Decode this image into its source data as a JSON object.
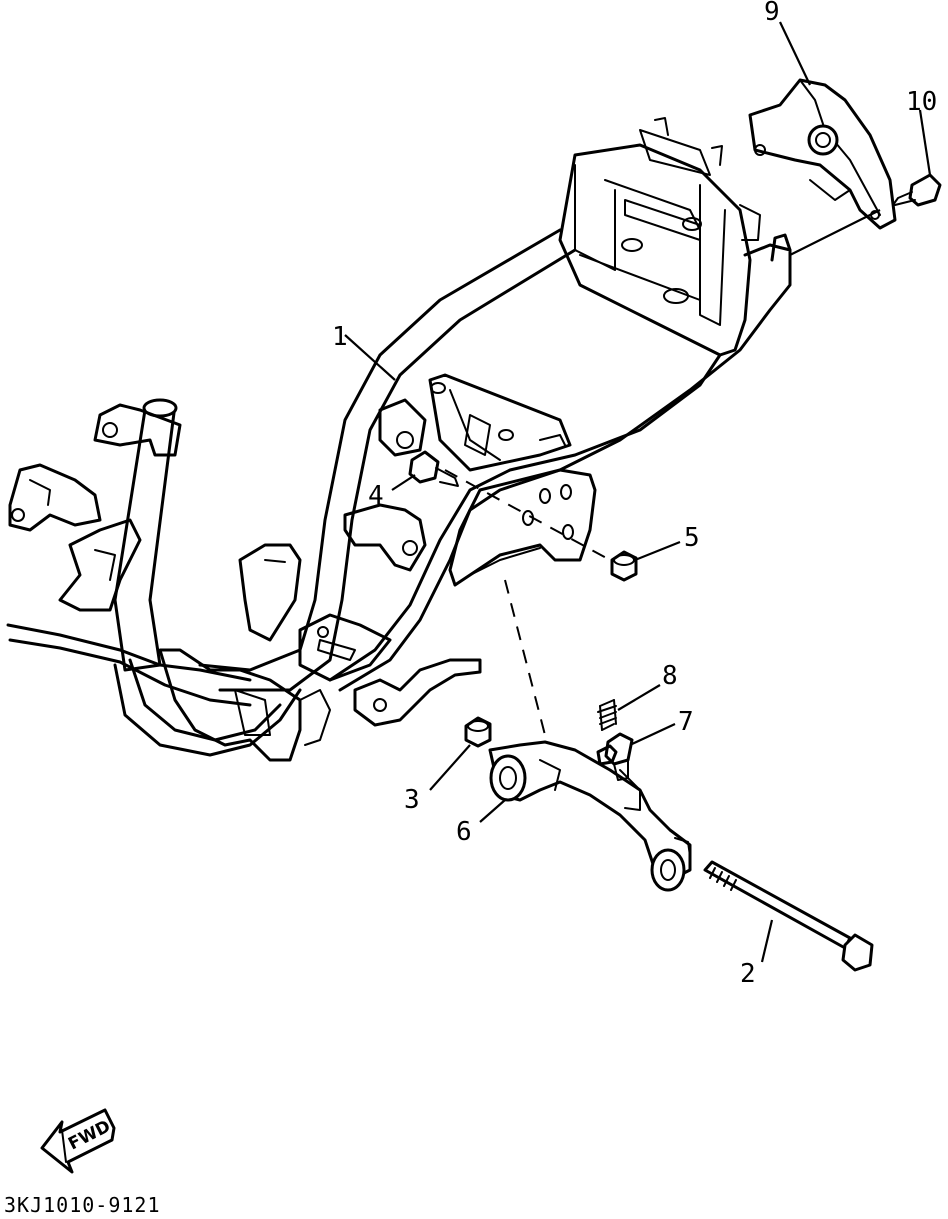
{
  "callouts": [
    {
      "id": "1",
      "label": "1"
    },
    {
      "id": "2",
      "label": "2"
    },
    {
      "id": "3",
      "label": "3"
    },
    {
      "id": "4",
      "label": "4"
    },
    {
      "id": "5",
      "label": "5"
    },
    {
      "id": "6",
      "label": "6"
    },
    {
      "id": "7",
      "label": "7"
    },
    {
      "id": "8",
      "label": "8"
    },
    {
      "id": "9",
      "label": "9"
    },
    {
      "id": "10",
      "label": "10"
    }
  ],
  "direction_label": "FWD",
  "drawing_code": "3KJ1010-9121",
  "colors": {
    "line": "#000000",
    "background": "#ffffff"
  }
}
